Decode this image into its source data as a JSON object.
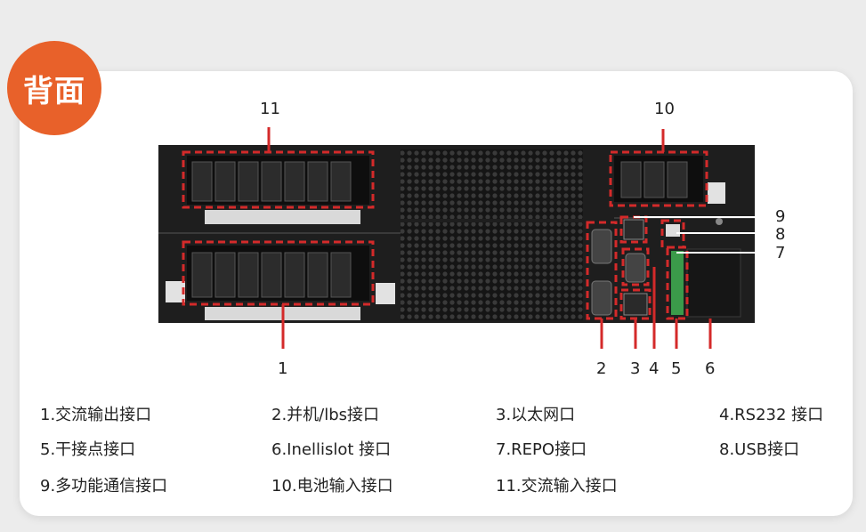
{
  "badge": {
    "label": "背面",
    "color": "#e8612a"
  },
  "callouts": [
    "11",
    "10",
    "9",
    "8",
    "7",
    "1",
    "2",
    "3",
    "4",
    "5",
    "6"
  ],
  "legend": [
    "1.交流输出接口",
    "2.并机/lbs接口",
    "3.以太网口",
    "4.RS232 接口",
    "5.干接点接口",
    "6.Inellislot 接口",
    "7.REPO接口",
    "8.USB接口",
    "9.多功能通信接口",
    "10.电池输入接口",
    "11.交流输入接口"
  ],
  "colors": {
    "highlight": "#d42a2a",
    "chassis": "#1c1c1c",
    "accent": "#e8612a"
  }
}
